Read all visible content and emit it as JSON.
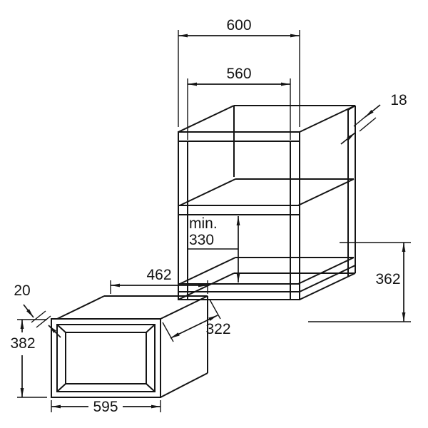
{
  "page": {
    "background_color": "#ffffff",
    "line_color": "#141414",
    "description": "installation-dimension-drawing"
  },
  "diagram": {
    "cabinet": {
      "outer_width": "600",
      "inner_width": "560",
      "side_panel_thickness": "18",
      "niche_min_height_prefix": "min.",
      "niche_min_height": "330",
      "lower_section_height": "362"
    },
    "appliance": {
      "body_width": "462",
      "body_depth": "322",
      "frame_projection": "20",
      "frame_height": "382",
      "frame_width": "595"
    }
  }
}
